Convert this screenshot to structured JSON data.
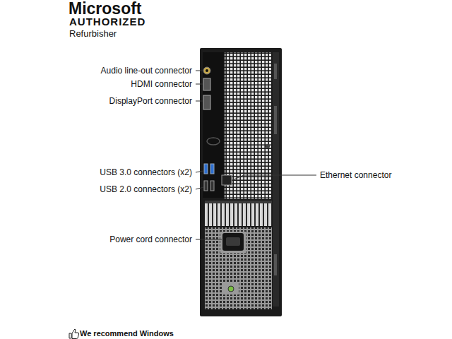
{
  "diagram": {
    "labels": [
      "Microsoft",
      "AUTHORIZED",
      "Refurbisher",
      "Audio line-out connector",
      "HDMI connector",
      "DisplayPort connector",
      "USB 3.0 connectors (x2)",
      "USB 2.0 connectors (x2)",
      "Ethernet connector",
      "Power cord connector",
      "We recommend Windows"
    ]
  }
}
